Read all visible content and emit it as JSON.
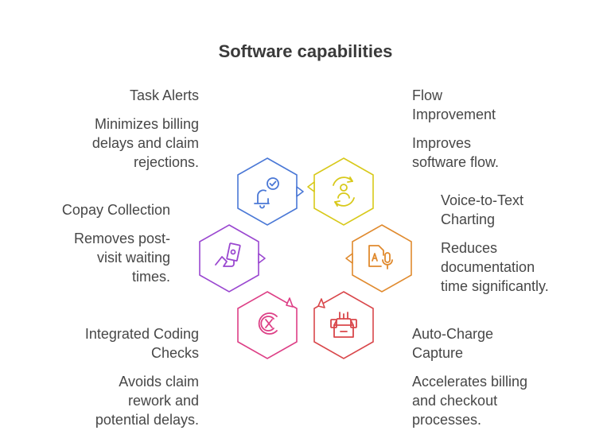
{
  "title": "Software capabilities",
  "colors": {
    "task_alerts": "#4a78d6",
    "flow_improvement": "#d8c91a",
    "voice_to_text": "#e08a2e",
    "auto_charge": "#d9474b",
    "integrated_coding": "#dd3f86",
    "copay_collection": "#9a47d0"
  },
  "items": [
    {
      "id": "task_alerts",
      "heading": "Task Alerts",
      "description": "Minimizes billing\ndelays and claim\nrejections.",
      "icon": "bell-check-icon"
    },
    {
      "id": "flow_improvement",
      "heading": "Flow\nImprovement",
      "description": "Improves\nsoftware flow.",
      "icon": "user-refresh-icon"
    },
    {
      "id": "voice_to_text",
      "heading": "Voice-to-Text\nCharting",
      "description": "Reduces\ndocumentation\ntime significantly.",
      "icon": "document-microphone-icon"
    },
    {
      "id": "auto_charge",
      "heading": "Auto-Charge\nCapture",
      "description": "Accelerates billing\nand checkout\nprocesses.",
      "icon": "cash-register-icon"
    },
    {
      "id": "integrated_coding",
      "heading": "Integrated Coding\nChecks",
      "description": "Avoids claim\nrework and\npotential delays.",
      "icon": "code-x-icon"
    },
    {
      "id": "copay_collection",
      "heading": "Copay Collection",
      "description": "Removes post-\nvisit waiting\ntimes.",
      "icon": "hand-cash-icon"
    }
  ]
}
